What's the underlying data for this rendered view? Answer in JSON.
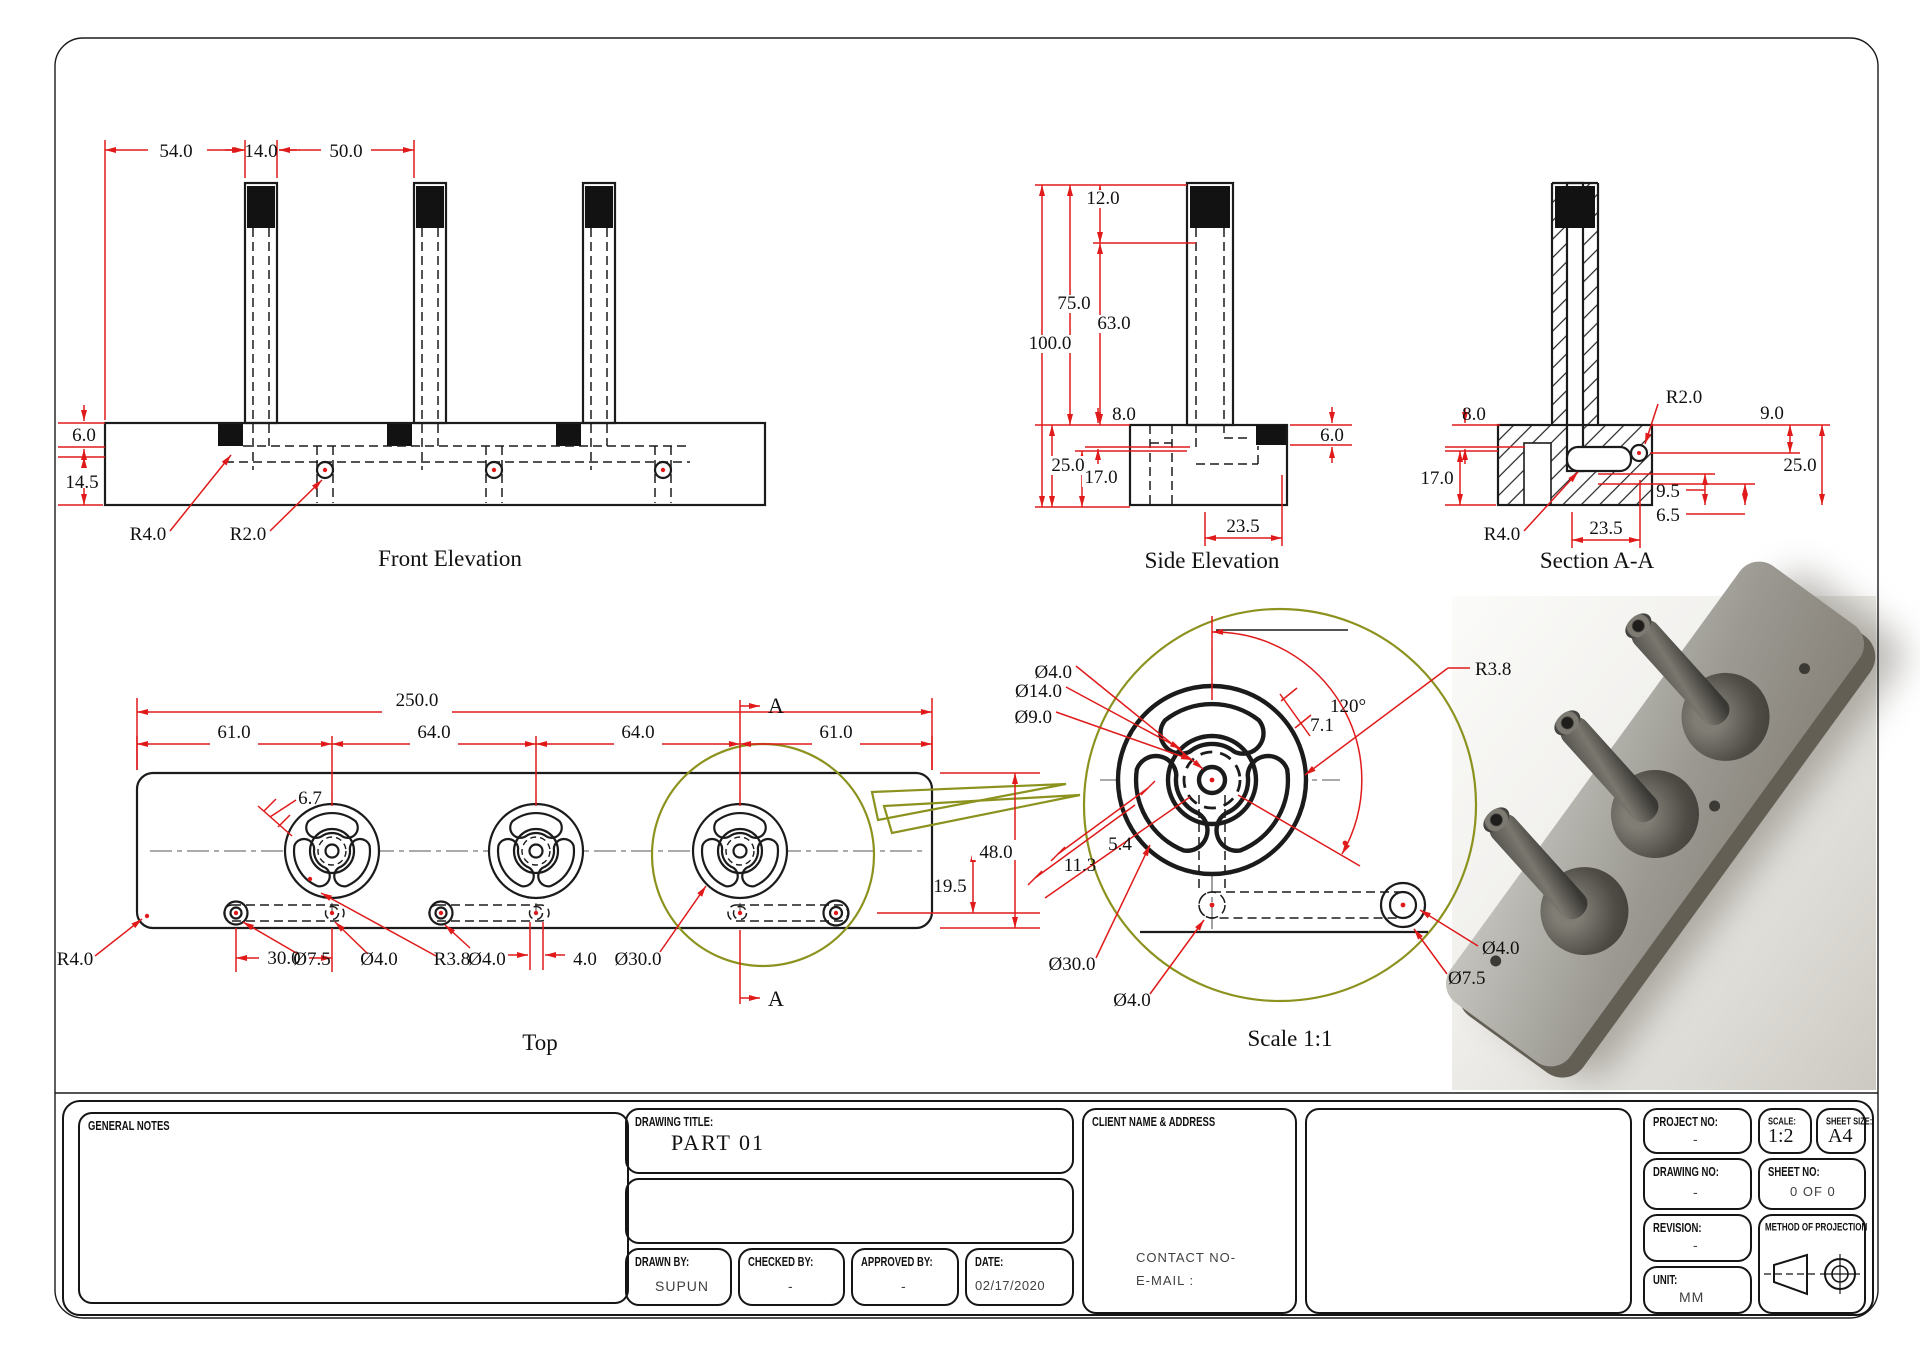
{
  "colors": {
    "dimension_red": "#e01a1a",
    "detail_olive": "#8c921e",
    "line_black": "#1b1b1b"
  },
  "views": {
    "front": {
      "cap": "Front Elevation",
      "d54": "54.0",
      "d14": "14.0",
      "d50": "50.0",
      "d6": "6.0",
      "d145": "14.5",
      "r4": "R4.0",
      "r2": "R2.0"
    },
    "side": {
      "cap": "Side Elevation",
      "d12": "12.0",
      "d75": "75.0",
      "d63": "63.0",
      "d100": "100.0",
      "d8": "8.0",
      "d25": "25.0",
      "d17": "17.0",
      "d6": "6.0",
      "d235": "23.5"
    },
    "section": {
      "cap": "Section A-A",
      "d8": "8.0",
      "r2": "R2.0",
      "d9": "9.0",
      "d25": "25.0",
      "d17": "17.0",
      "d95": "9.5",
      "d65": "6.5",
      "r4": "R4.0",
      "d235": "23.5"
    },
    "top": {
      "cap": "Top",
      "d250": "250.0",
      "d61a": "61.0",
      "d64a": "64.0",
      "d64b": "64.0",
      "d61b": "61.0",
      "d67": "6.7",
      "d48": "48.0",
      "d195": "19.5",
      "r4": "R4.0",
      "d75": "Ø7.5",
      "d30": "30.0",
      "d4a": "Ø4.0",
      "r38": "R3.8",
      "d4b": "Ø4.0",
      "d4": "4.0",
      "d30c": "Ø30.0",
      "a_top": "A",
      "a_bottom": "A"
    },
    "detail": {
      "cap": "Scale  1:1",
      "d4t": "Ø4.0",
      "d14": "Ø14.0",
      "d9": "Ø9.0",
      "a120": "120°",
      "d71": "7.1",
      "d54": "5.4",
      "d113": "11.3",
      "r38": "R3.8",
      "d30": "Ø30.0",
      "d4b": "Ø4.0",
      "d4r": "Ø4.0",
      "d75": "Ø7.5"
    }
  },
  "title_block": {
    "general_notes_label": "GENERAL NOTES",
    "drawing_title_label": "DRAWING TITLE:",
    "drawing_title_value": "PART 01",
    "drawn_by_label": "DRAWN BY:",
    "drawn_by_value": "SUPUN",
    "checked_by_label": "CHECKED BY:",
    "checked_by_value": "-",
    "approved_by_label": "APPROVED BY:",
    "approved_by_value": "-",
    "date_label": "DATE:",
    "date_value": "02/17/2020",
    "client_label": "CLIENT NAME & ADDRESS",
    "contact_line1": "CONTACT NO-",
    "contact_line2": "E-MAIL :",
    "project_no_label": "PROJECT NO:",
    "project_no_value": "-",
    "scale_label": "SCALE:",
    "scale_value": "1:2",
    "sheet_size_label": "SHEET SIZE:",
    "sheet_size_value": "A4",
    "drawing_no_label": "DRAWING NO:",
    "drawing_no_value": "-",
    "sheet_no_label": "SHEET NO:",
    "sheet_no_value": "0 OF 0",
    "revision_label": "REVISION:",
    "revision_value": "-",
    "unit_label": "UNIT:",
    "unit_value": "MM",
    "projection_label": "METHOD OF PROJECTION"
  }
}
